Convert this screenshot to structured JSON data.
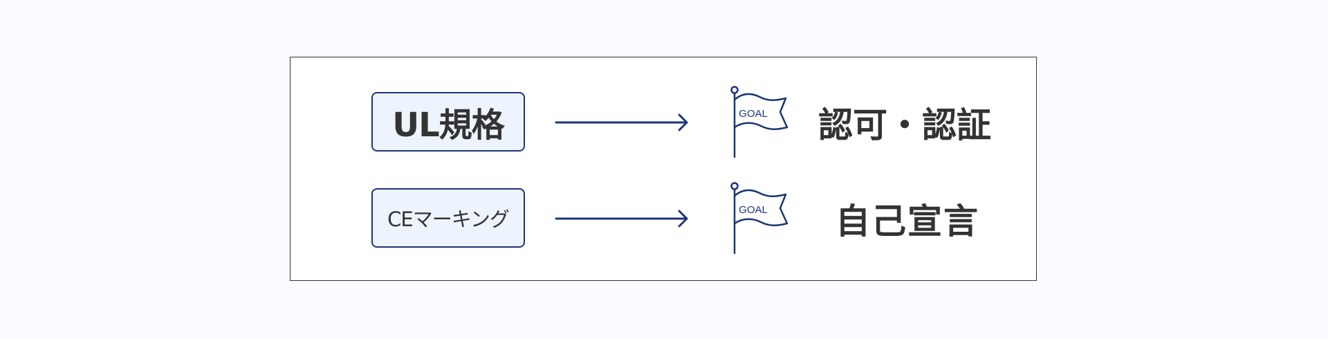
{
  "colors": {
    "background": "#f9fbfe",
    "panel_border": "#333333",
    "accent_navy": "#1b3478",
    "box_fill": "#eef4fd",
    "text": "#333333"
  },
  "rows": [
    {
      "standard": "UL規格",
      "flag_label": "GOAL",
      "outcome": "認可・認証",
      "icon": "goal-flag-icon"
    },
    {
      "standard": "CEマーキング",
      "flag_label": "GOAL",
      "outcome": "自己宣言",
      "icon": "goal-flag-icon"
    }
  ]
}
